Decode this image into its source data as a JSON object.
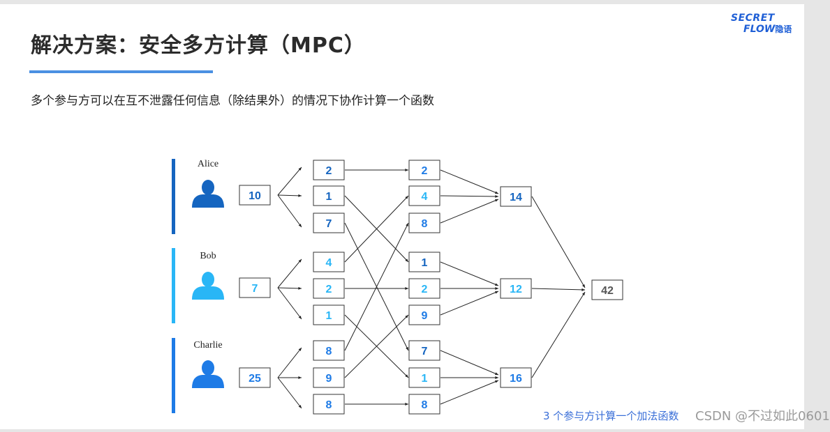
{
  "header": {
    "title": "解决方案：安全多方计算（MPC）",
    "subtitle": "多个参与方可以在互不泄露任何信息（除结果外）的情况下协作计算一个函数"
  },
  "logo": {
    "line1": "SECRET",
    "line2": "FLOW",
    "cn": "隐语"
  },
  "diagram": {
    "parties": [
      {
        "name": "Alice",
        "input": "10",
        "color": "#1565c0"
      },
      {
        "name": "Bob",
        "input": "7",
        "color": "#29b6f6"
      },
      {
        "name": "Charlie",
        "input": "25",
        "color": "#1e7be6"
      }
    ],
    "shares": [
      "2",
      "1",
      "7",
      "4",
      "2",
      "1",
      "8",
      "9",
      "8"
    ],
    "received": [
      "2",
      "4",
      "8",
      "1",
      "2",
      "9",
      "7",
      "1",
      "8"
    ],
    "sums": [
      "14",
      "12",
      "16"
    ],
    "result": "42"
  },
  "caption": "3 个参与方计算一个加法函数",
  "watermark": "CSDN @不过如此0601",
  "colors": {
    "dark_blue": "#1565c0",
    "light_blue": "#29b6f6",
    "mid_blue": "#1e7be6",
    "result_gray": "#555555"
  }
}
